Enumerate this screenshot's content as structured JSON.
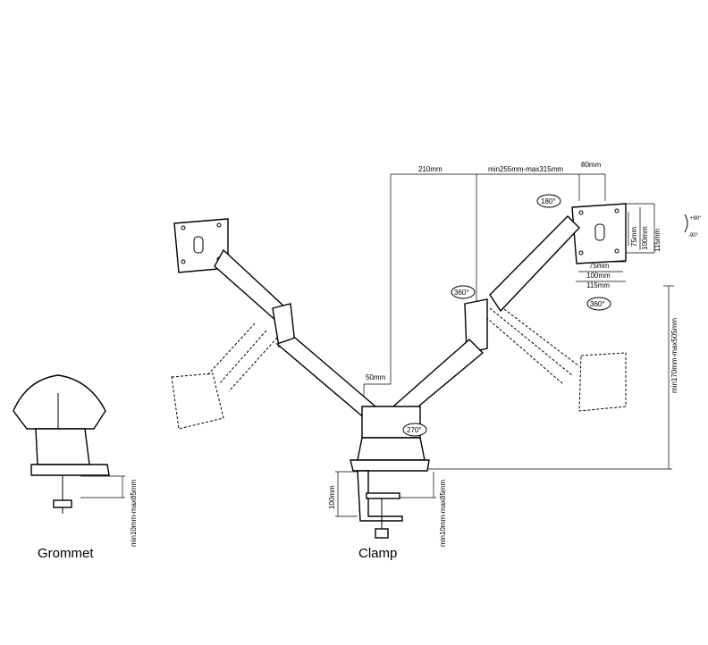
{
  "labels": {
    "grommet": "Grommet",
    "clamp": "Clamp"
  },
  "dimensions": {
    "arm_reach_inner": "210mm",
    "arm_reach_outer": "min255mm-max315mm",
    "head_offset": "80mm",
    "vesa_75_h": "75mm",
    "vesa_100_h": "100mm",
    "plate_115_h": "115mm",
    "vesa_75_w": "75mm",
    "vesa_100_w": "100mm",
    "plate_115_w": "115mm",
    "height_range": "min170mm-max505mm",
    "pole_gap": "50mm",
    "clamp_height": "100mm",
    "clamp_desk_thickness": "min10mm-max85mm",
    "grommet_desk_thickness": "min10mm-max85mm"
  },
  "rotations": {
    "arm_swivel": "360°",
    "head_rotate": "180°",
    "screen_rotate": "360°",
    "base_swivel": "270°",
    "tilt_up": "+90°",
    "tilt_down": "-90°"
  }
}
